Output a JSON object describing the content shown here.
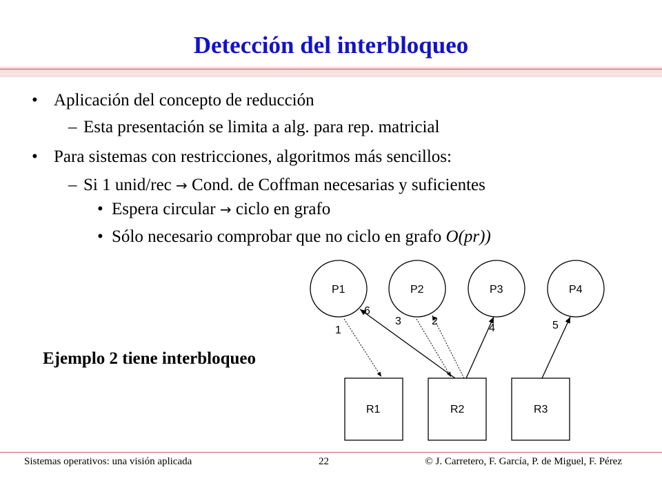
{
  "title": "Detección del interbloqueo",
  "bullets": {
    "bullet1": "Aplicación del concepto de reducción",
    "bullet1_sub1": "Esta presentación se limita a alg. para rep. matricial",
    "bullet2": "Para sistemas con restricciones, algoritmos más sencillos:",
    "bullet2_sub1_a": "Si 1 unid/rec",
    "bullet2_sub1_b": "Cond. de Coffman necesarias y suficientes",
    "bullet2_sub1_sub1_a": "Espera circular",
    "bullet2_sub1_sub1_b": "ciclo en grafo",
    "bullet2_sub1_sub2_a": "Sólo necesario comprobar que no ciclo en grafo",
    "bullet2_sub1_sub2_b": "O(pr))",
    "bullet_symbol": "•",
    "dash_symbol": "–",
    "arrow_symbol": "→"
  },
  "example_caption": "Ejemplo 2 tiene interbloqueo",
  "graph": {
    "processes": [
      "P1",
      "P2",
      "P3",
      "P4"
    ],
    "resources": [
      "R1",
      "R2",
      "R3"
    ],
    "edge_labels": [
      "1",
      "6",
      "3",
      "2",
      "4",
      "5"
    ]
  },
  "footer": {
    "left": "Sistemas operativos: una visión aplicada",
    "page": "22",
    "right": "© J. Carretero, F. García, P. de Miguel, F. Pérez"
  }
}
